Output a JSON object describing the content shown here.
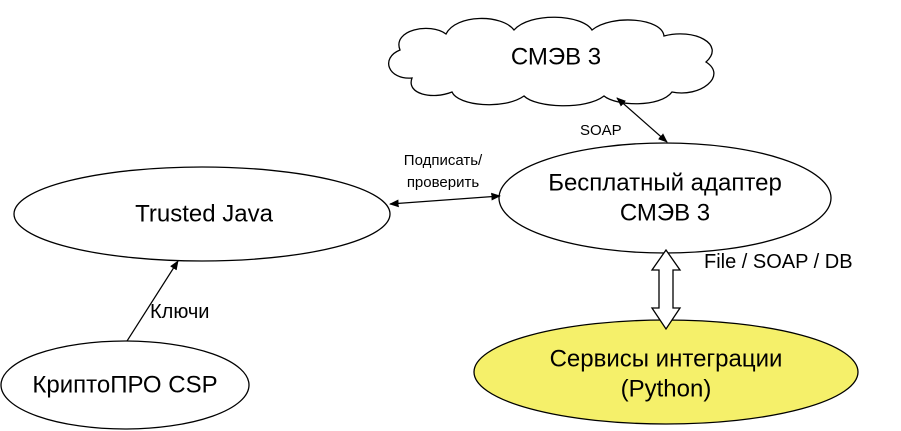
{
  "colors": {
    "integration_fill": "#f5f06a",
    "stroke": "#000000",
    "background": "#ffffff"
  },
  "nodes": {
    "smev3": {
      "label": "СМЭВ 3"
    },
    "adapter": {
      "line1": "Бесплатный адаптер",
      "line2": "СМЭВ 3"
    },
    "trusted_java": {
      "label": "Trusted Java"
    },
    "cryptopro": {
      "label": "КриптоПРО CSP"
    },
    "integration": {
      "line1": "Сервисы интеграции",
      "line2": "(Python)"
    }
  },
  "edges": {
    "soap": {
      "label": "SOAP"
    },
    "sign": {
      "line1": "Подписать/",
      "line2": "проверить"
    },
    "keys": {
      "label": "Ключи"
    },
    "transport": {
      "label": "File / SOAP / DB"
    }
  }
}
